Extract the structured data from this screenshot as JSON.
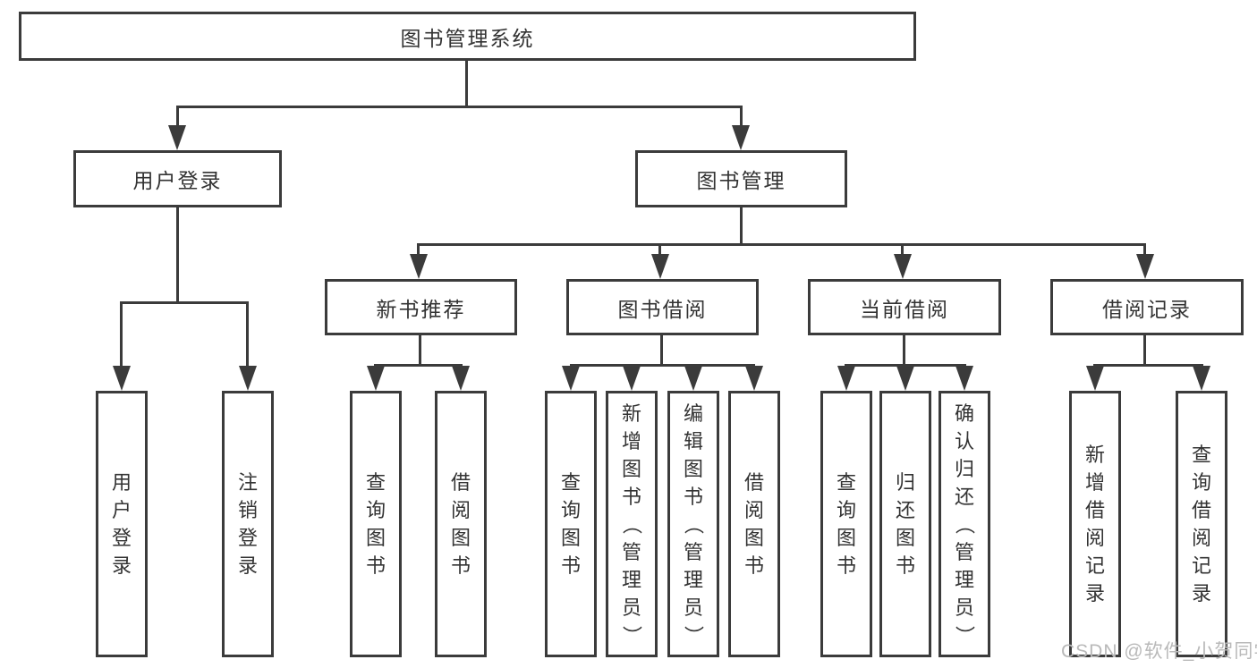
{
  "diagram": {
    "root": {
      "label": "图书管理系统"
    },
    "level2": [
      {
        "label": "用户登录"
      },
      {
        "label": "图书管理"
      }
    ],
    "level3": [
      {
        "label": "新书推荐"
      },
      {
        "label": "图书借阅"
      },
      {
        "label": "当前借阅"
      },
      {
        "label": "借阅记录"
      }
    ],
    "leaves": [
      {
        "label": "用户登录"
      },
      {
        "label": "注销登录"
      },
      {
        "label": "查询图书"
      },
      {
        "label": "借阅图书"
      },
      {
        "label": "查询图书"
      },
      {
        "label": "新增图书（管理员）"
      },
      {
        "label": "编辑图书（管理员）"
      },
      {
        "label": "借阅图书"
      },
      {
        "label": "查询图书"
      },
      {
        "label": "归还图书"
      },
      {
        "label": "确认归还（管理员）"
      },
      {
        "label": "新增借阅记录"
      },
      {
        "label": "查询借阅记录"
      }
    ],
    "watermark": "CSDN @软件_小贺同学",
    "colors": {
      "line": "#3b3b3b",
      "text": "#333333",
      "background": "#ffffff",
      "watermark": "#b9b9b9"
    }
  }
}
